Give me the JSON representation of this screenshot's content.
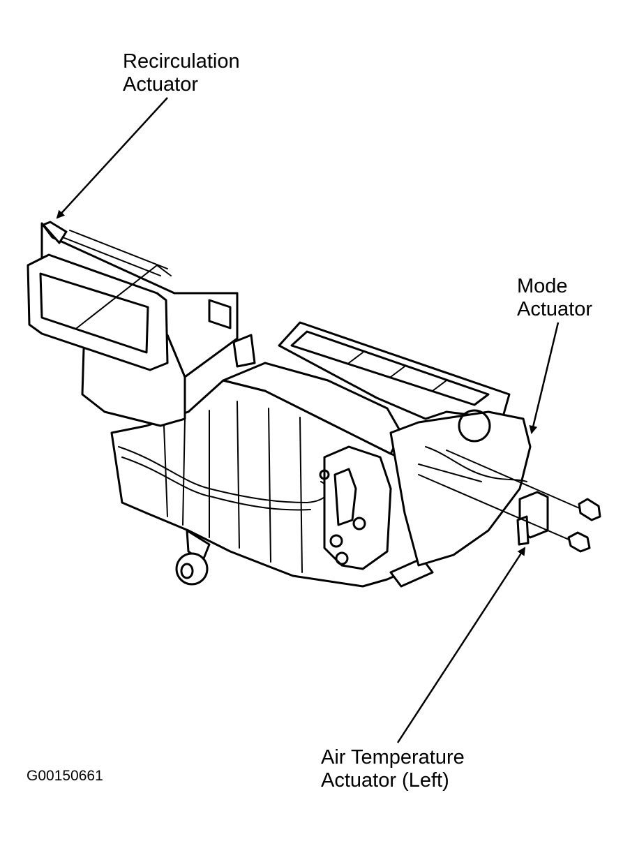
{
  "labels": {
    "recirculation": {
      "line1": "Recirculation",
      "line2": "Actuator"
    },
    "mode": {
      "line1": "Mode",
      "line2": "Actuator"
    },
    "air_temperature": {
      "line1": "Air Temperature",
      "line2": "Actuator (Left)"
    }
  },
  "figure_code": "G00150661"
}
